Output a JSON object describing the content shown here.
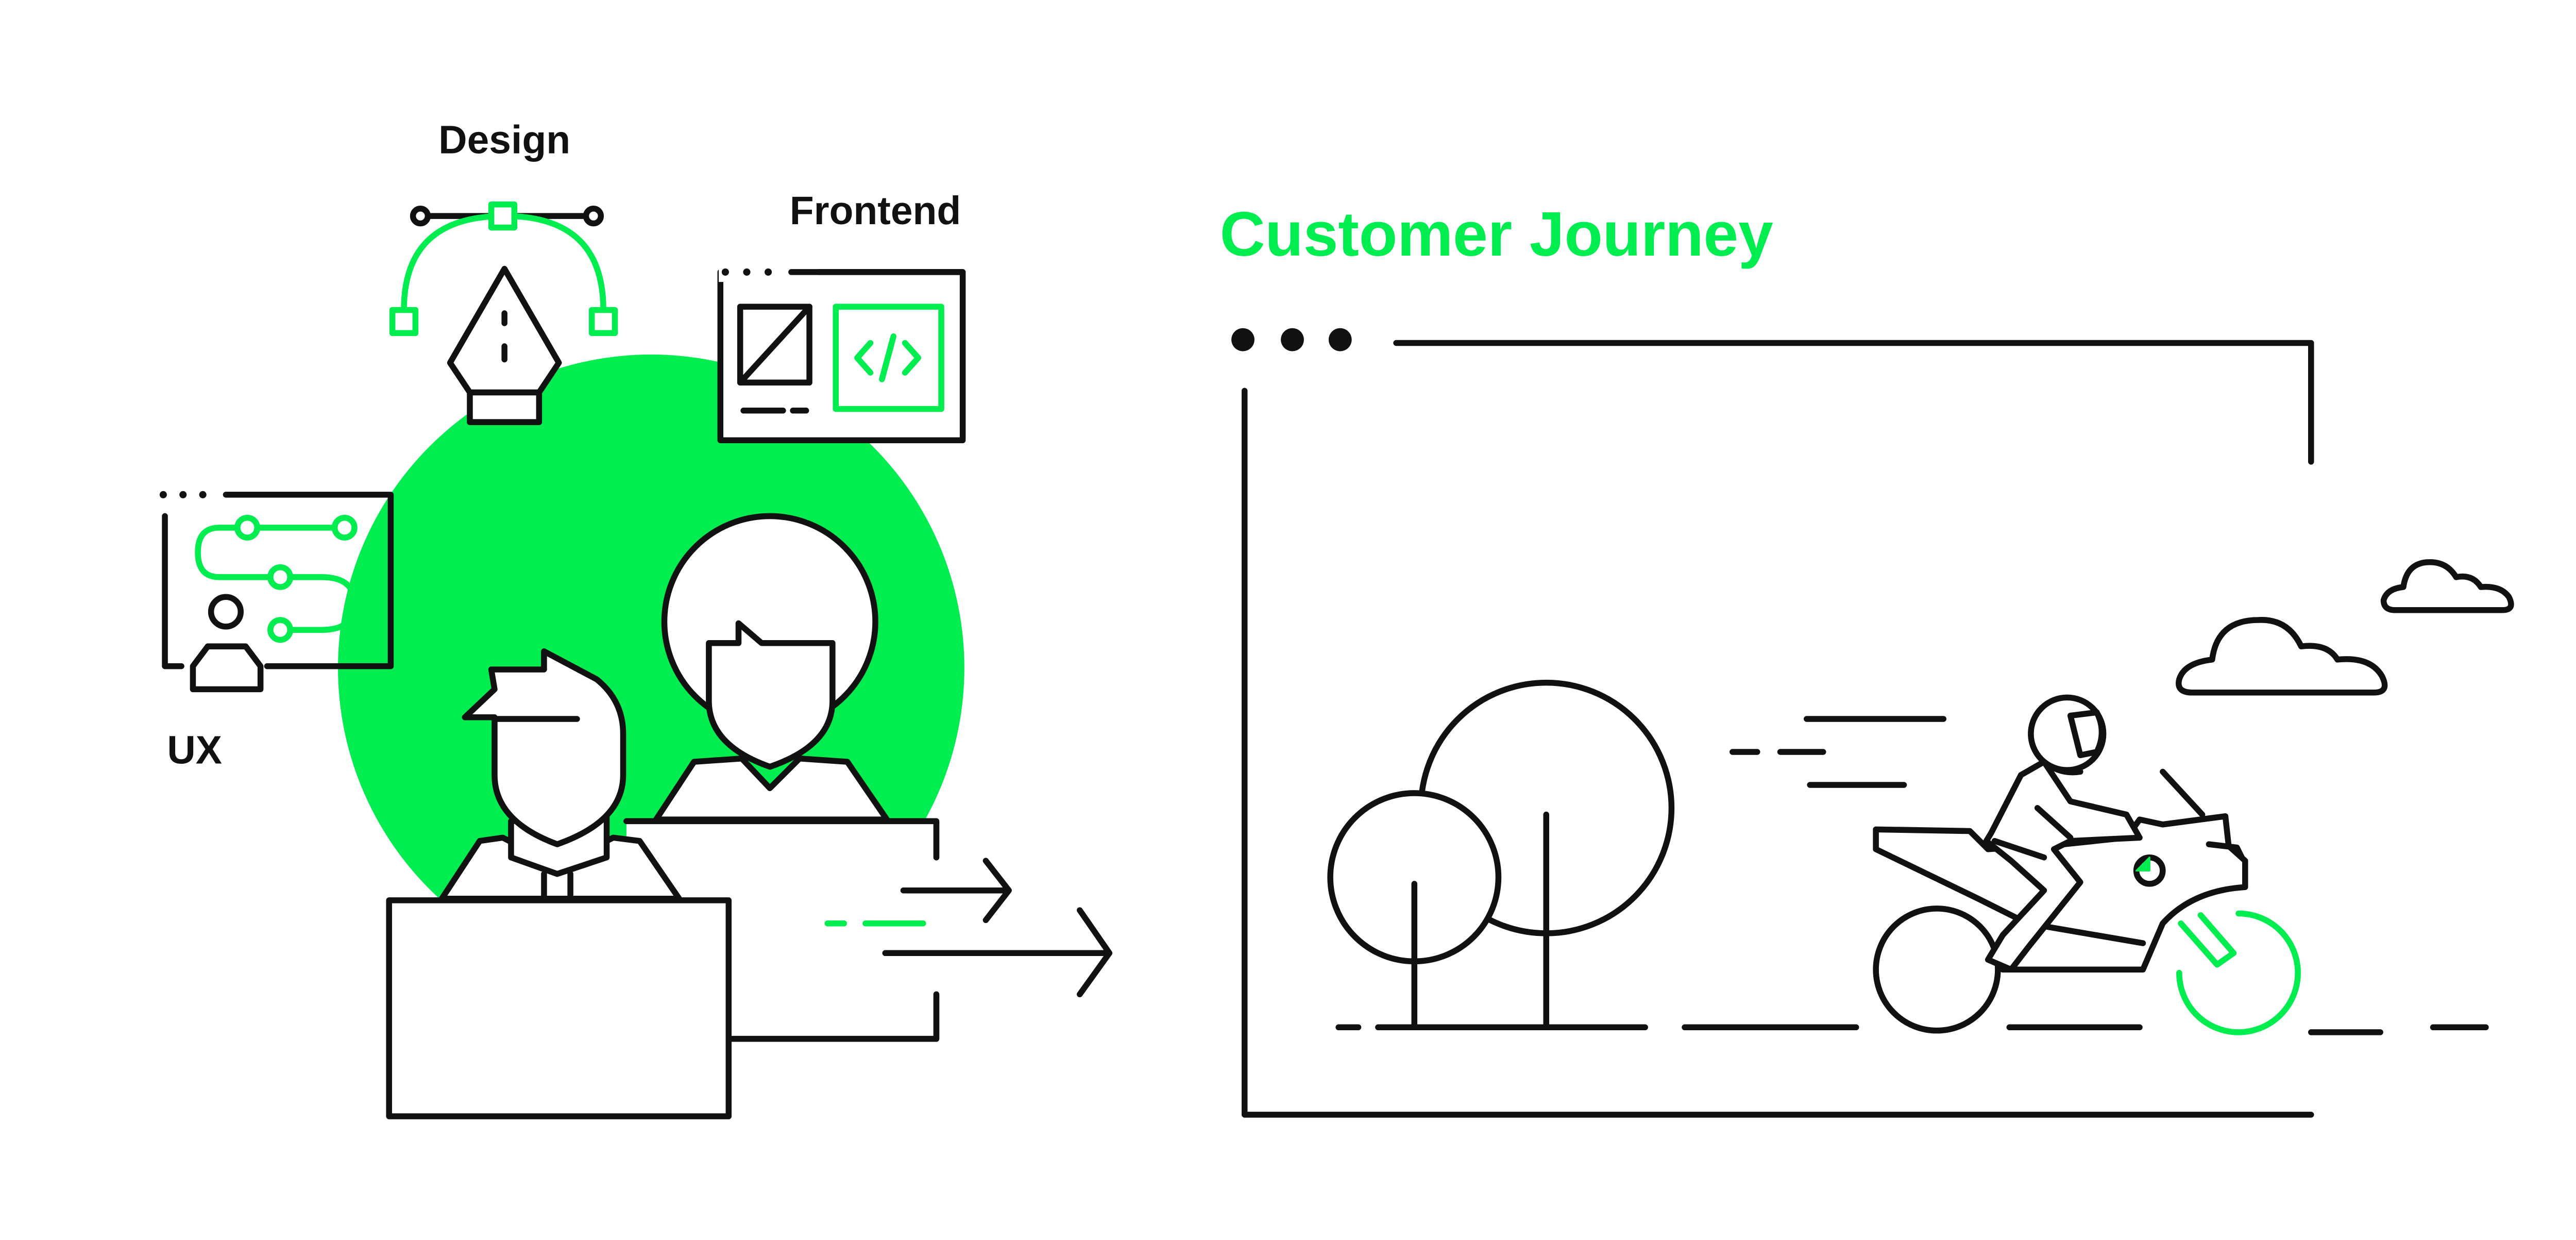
{
  "labels": {
    "design": "Design",
    "frontend": "Frontend",
    "ux": "UX",
    "customer_journey": "Customer Journey"
  },
  "colors": {
    "accent": "#00ED4F",
    "ink": "#111111",
    "background": "#FFFFFF"
  },
  "icons": {
    "design": "pen-tool-icon",
    "frontend": "code-window-icon",
    "ux": "flow-board-icon",
    "browser": "browser-window-icon"
  }
}
